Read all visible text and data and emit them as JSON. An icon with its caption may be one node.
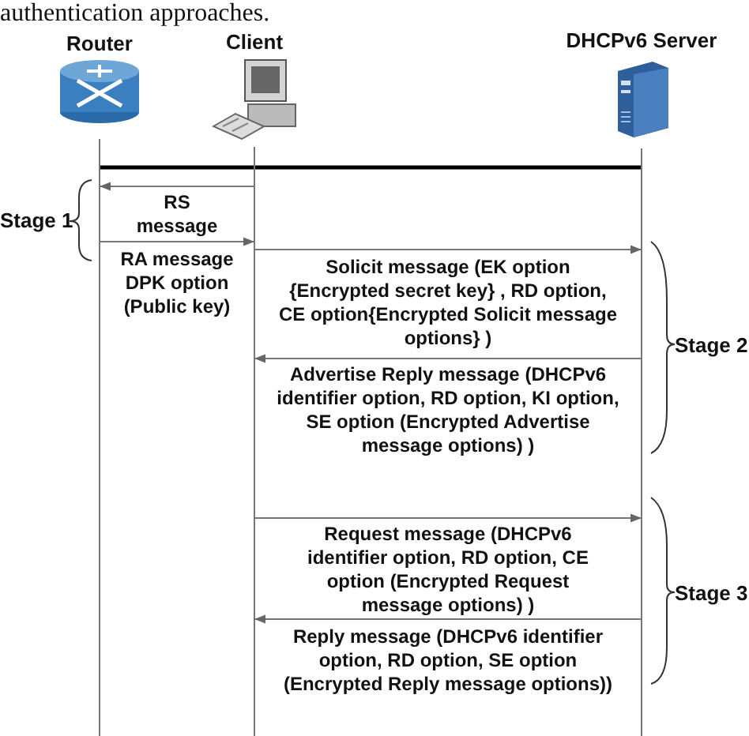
{
  "diagram": {
    "nodes": [
      {
        "text": [
          "Router"
        ]
      },
      {
        "text": [
          "Client"
        ]
      },
      {
        "text": [
          "DHCPv6 Server"
        ]
      }
    ],
    "edges": [
      {
        "from": 0,
        "to": 1,
        "arrow": "none",
        "style": "thick",
        "color": "#000000"
      },
      {
        "from": 1,
        "to": 2,
        "arrow": "none",
        "style": "thick",
        "color": "#000000"
      },
      {
        "from": 1,
        "to": 0,
        "arrow": "to",
        "label": "RS message"
      },
      {
        "from": 0,
        "to": 1,
        "arrow": "to",
        "label": "RA message DPK option (Public key)"
      },
      {
        "from": 1,
        "to": 2,
        "arrow": "to",
        "label": "Solicit message (EK option {Encrypted secret key} , RD option, CE option{Encrypted Solicit message options} )"
      },
      {
        "from": 2,
        "to": 1,
        "arrow": "to",
        "label": "Advertise Reply message (DHCPv6 identifier option, RD option, KI option, SE option (Encrypted Advertise message options) )"
      },
      {
        "from": 1,
        "to": 2,
        "arrow": "to",
        "label": "Request message (DHCPv6 identifier option, RD option,  CE option (Encrypted Request message options) )"
      },
      {
        "from": 2,
        "to": 1,
        "arrow": "to",
        "label": "Reply message (DHCPv6 identifier option, RD option, SE option (Encrypted Reply message options))"
      }
    ],
    "labels": [
      "authentication approaches.",
      "Stage 1",
      "Stage 2",
      "Stage 3"
    ]
  }
}
